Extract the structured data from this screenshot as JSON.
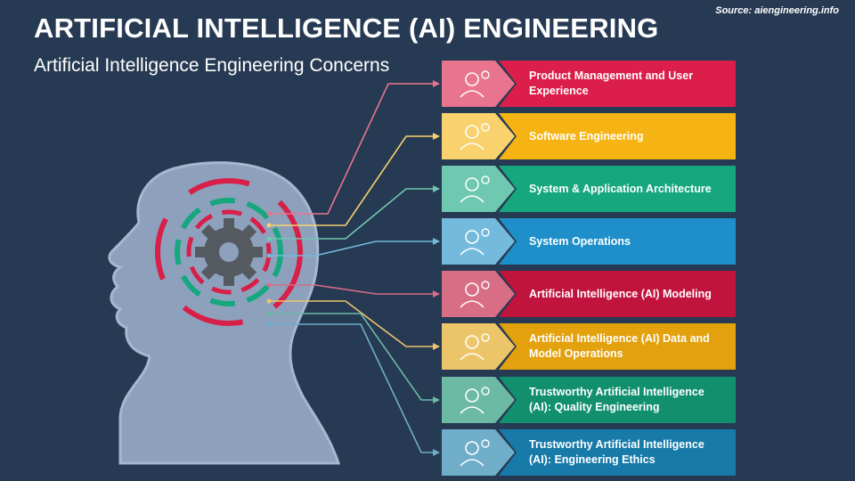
{
  "title": "ARTIFICIAL INTELLIGENCE (AI) ENGINEERING",
  "subtitle": "Artificial Intelligence Engineering Concerns",
  "source": "Source: aiengineering.info",
  "items": [
    {
      "label": "Product Management and User Experience",
      "color": "#dc1e4a",
      "icon": "user-gear-icon"
    },
    {
      "label": "Software Engineering",
      "color": "#f5b413",
      "icon": "developer-laptop-icon"
    },
    {
      "label": "System & Application Architecture",
      "color": "#17a77f",
      "icon": "architecture-network-icon"
    },
    {
      "label": "System Operations",
      "color": "#1e8fc8",
      "icon": "operations-gears-icon"
    },
    {
      "label": "Artificial Intelligence (AI) Modeling",
      "color": "#c0143c",
      "icon": "neural-network-icon"
    },
    {
      "label": "Artificial Intelligence (AI) Data and Model Operations",
      "color": "#e2a10d",
      "icon": "data-model-icon"
    },
    {
      "label": "Trustworthy Artificial Intelligence (AI): Quality Engineering",
      "color": "#12906d",
      "icon": "quality-check-icon"
    },
    {
      "label": "Trustworthy Artificial Intelligence (AI): Engineering Ethics",
      "color": "#177aa8",
      "icon": "ethics-search-icon"
    }
  ]
}
